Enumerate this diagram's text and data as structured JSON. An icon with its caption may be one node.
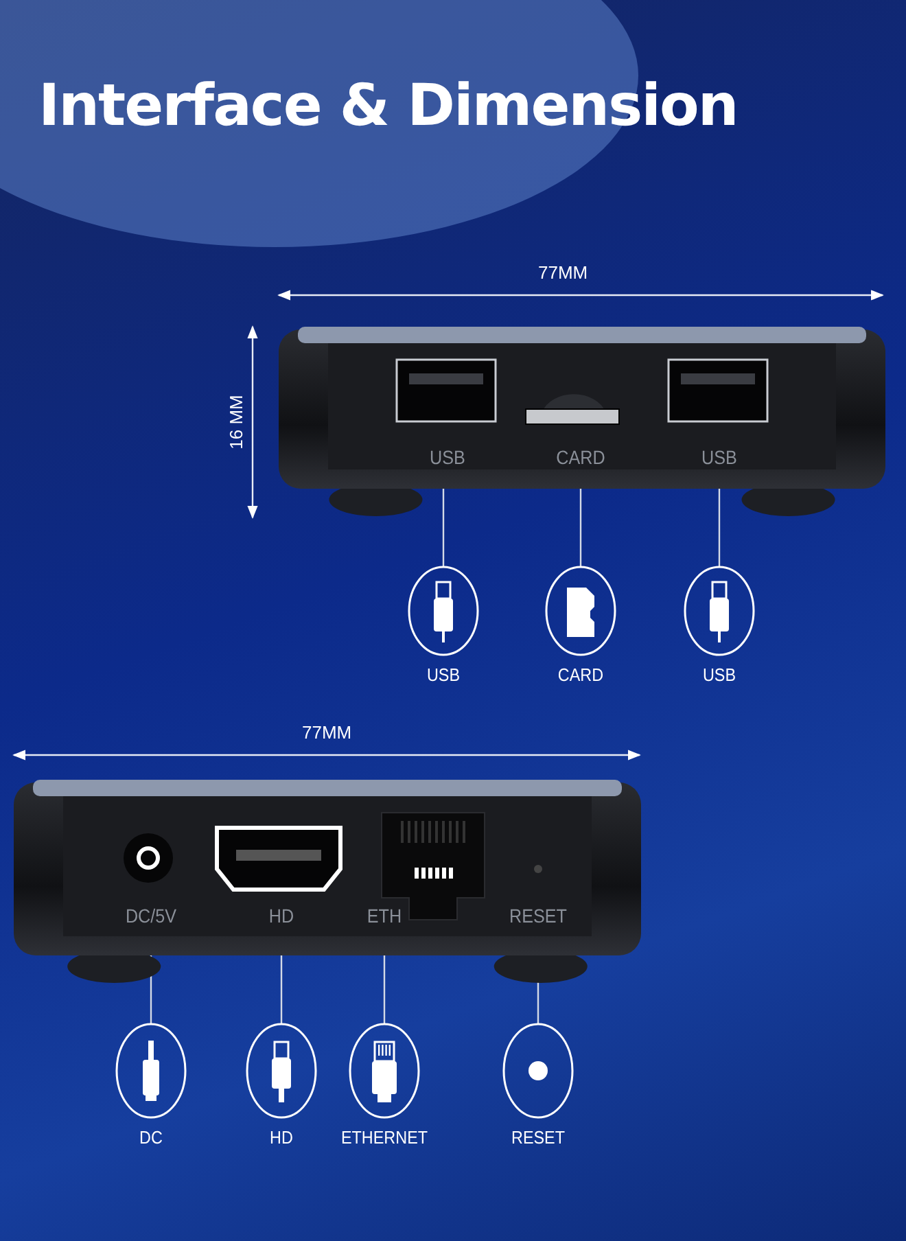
{
  "diagram": {
    "title": "Interface & Dimension",
    "nodes": [
      {
        "text": [],
        "shape": "picture"
      },
      {
        "text": [
          "USB"
        ],
        "in": 0
      },
      {
        "text": [
          "CARD"
        ],
        "in": 0
      },
      {
        "text": [
          "USB"
        ],
        "in": 0
      },
      {
        "text": [],
        "shape": "circle",
        "beside": [
          "USB"
        ]
      },
      {
        "text": [],
        "shape": "circle",
        "beside": [
          "CARD"
        ]
      },
      {
        "text": [],
        "shape": "circle",
        "beside": [
          "USB"
        ]
      },
      {
        "text": [],
        "shape": "picture"
      },
      {
        "text": [
          "DC/5V"
        ],
        "in": 7
      },
      {
        "text": [
          "HD"
        ],
        "in": 7
      },
      {
        "text": [
          "ETH"
        ],
        "in": 7
      },
      {
        "text": [
          "RESET"
        ],
        "in": 7
      },
      {
        "text": [],
        "shape": "circle",
        "beside": [
          "DC"
        ]
      },
      {
        "text": [],
        "shape": "circle",
        "beside": [
          "HD"
        ]
      },
      {
        "text": [],
        "shape": "circle",
        "beside": [
          "ETHERNET"
        ]
      },
      {
        "text": [],
        "shape": "circle",
        "beside": [
          "RESET"
        ]
      }
    ],
    "edges": [
      {
        "from": 1,
        "to": 4,
        "arrow": "none"
      },
      {
        "from": 2,
        "to": 5,
        "arrow": "none"
      },
      {
        "from": 3,
        "to": 6,
        "arrow": "none"
      },
      {
        "from": 8,
        "to": 12,
        "arrow": "none"
      },
      {
        "from": 9,
        "to": 13,
        "arrow": "none"
      },
      {
        "from": 10,
        "to": 14,
        "arrow": "none"
      },
      {
        "from": 11,
        "to": 15,
        "arrow": "none"
      }
    ],
    "labels": [
      "77MM",
      "16 MM",
      "77MM"
    ]
  }
}
